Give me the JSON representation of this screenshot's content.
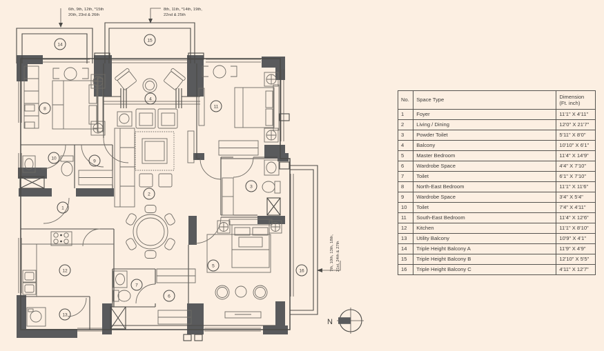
{
  "annotations": {
    "floors_left": {
      "line1": "6th, 9th, 12th, *15th",
      "line2": "20th, 23rd & 26th"
    },
    "floors_right": {
      "line1": "8th, 11th, *14th, 19th,",
      "line2": "22nd & 25th"
    },
    "floors_side": {
      "line1": "7th, 10th, 13th, 18th,",
      "line2": "21st, 24th & 27th"
    }
  },
  "compass": {
    "label": "N"
  },
  "table": {
    "header": {
      "no": "No.",
      "space": "Space Type",
      "dimension": "Dimension\n(Ft. inch)"
    },
    "rows": [
      {
        "no": "1",
        "space": "Foyer",
        "dim": "11'1\" X 4'11\""
      },
      {
        "no": "2",
        "space": "Living / Dining",
        "dim": "12'0\" X 21'7\""
      },
      {
        "no": "3",
        "space": "Powder Toilet",
        "dim": "5'11\" X 8'0\""
      },
      {
        "no": "4",
        "space": "Balcony",
        "dim": "10'10\" X 6'1\""
      },
      {
        "no": "5",
        "space": "Master Bedroom",
        "dim": "11'4\" X 14'9\""
      },
      {
        "no": "6",
        "space": "Wardrobe Space",
        "dim": "4'4\" X 7'10\""
      },
      {
        "no": "7",
        "space": "Toilet",
        "dim": "6'1\" X 7'10\""
      },
      {
        "no": "8",
        "space": "North-East Bedroom",
        "dim": "11'1\" X 11'6\""
      },
      {
        "no": "9",
        "space": "Wardrobe Space",
        "dim": "3'4\" X 5'4\""
      },
      {
        "no": "10",
        "space": "Toilet",
        "dim": "7'4\" X 4'11\""
      },
      {
        "no": "11",
        "space": "South-East Bedroom",
        "dim": "11'4\" X 12'6\""
      },
      {
        "no": "12",
        "space": "Kitchen",
        "dim": "11'1\" X 8'10\""
      },
      {
        "no": "13",
        "space": "Utility Balcony",
        "dim": "10'9\" X 4'1\""
      },
      {
        "no": "14",
        "space": "Triple Height Balcony A",
        "dim": "11'9\" X 4'9\""
      },
      {
        "no": "15",
        "space": "Triple Height Balcony B",
        "dim": "12'10\" X 5'5\""
      },
      {
        "no": "16",
        "space": "Triple Height Balcony C",
        "dim": "4'11\" X 12'7\""
      }
    ]
  },
  "plan": {
    "markers": [
      {
        "label": "1"
      },
      {
        "label": "2"
      },
      {
        "label": "3"
      },
      {
        "label": "4"
      },
      {
        "label": "5"
      },
      {
        "label": "6"
      },
      {
        "label": "7"
      },
      {
        "label": "8"
      },
      {
        "label": "9"
      },
      {
        "label": "10"
      },
      {
        "label": "11"
      },
      {
        "label": "12"
      },
      {
        "label": "13"
      },
      {
        "label": "14"
      },
      {
        "label": "15"
      },
      {
        "label": "16"
      }
    ]
  },
  "colors": {
    "background": "#fcefe2",
    "wall": "#595a5c",
    "line": "#4b4a47"
  }
}
